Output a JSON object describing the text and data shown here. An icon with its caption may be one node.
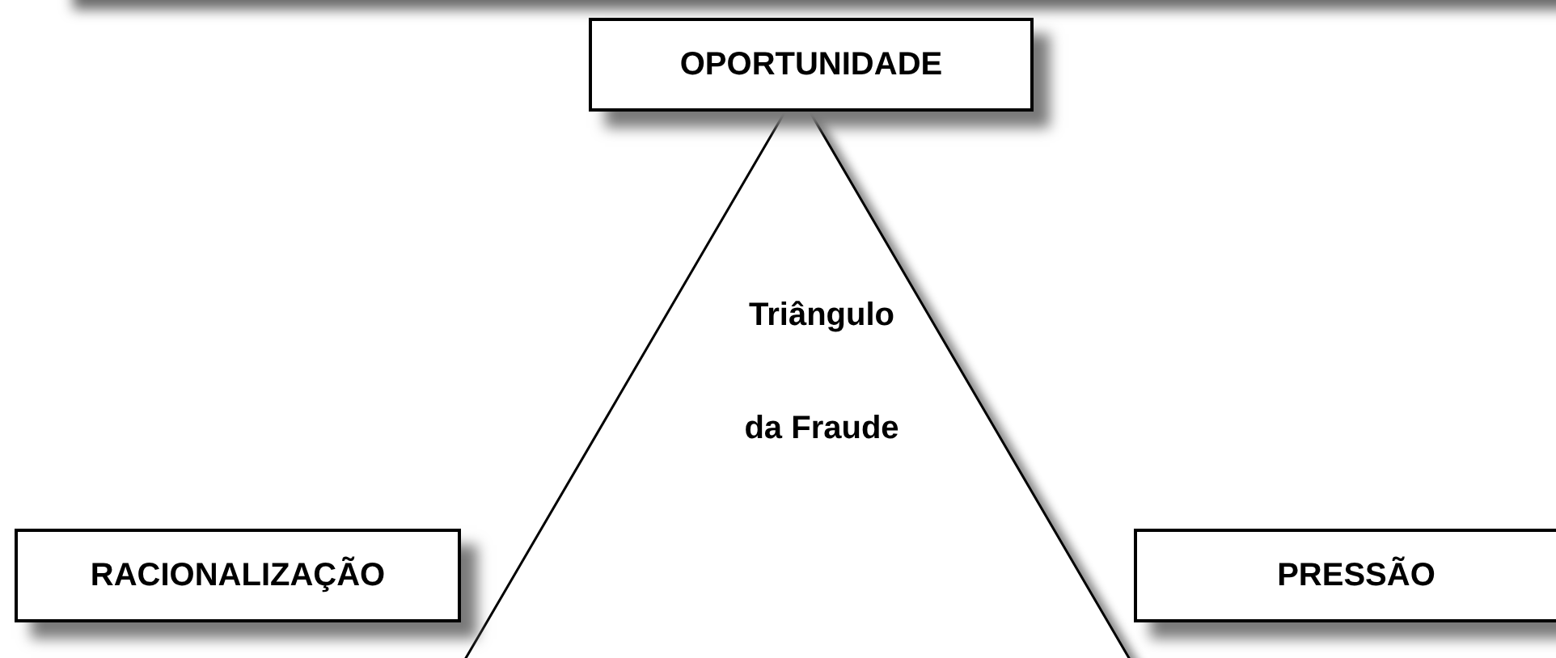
{
  "diagram": {
    "nodes": [
      {
        "text": [
          "Triângulo da Fraude"
        ]
      },
      {
        "text": [
          "OPORTUNIDADE"
        ]
      },
      {
        "text": [
          "RACIONALIZAÇÃO"
        ]
      },
      {
        "text": [
          "PRESSÃO"
        ]
      }
    ],
    "edges": []
  }
}
